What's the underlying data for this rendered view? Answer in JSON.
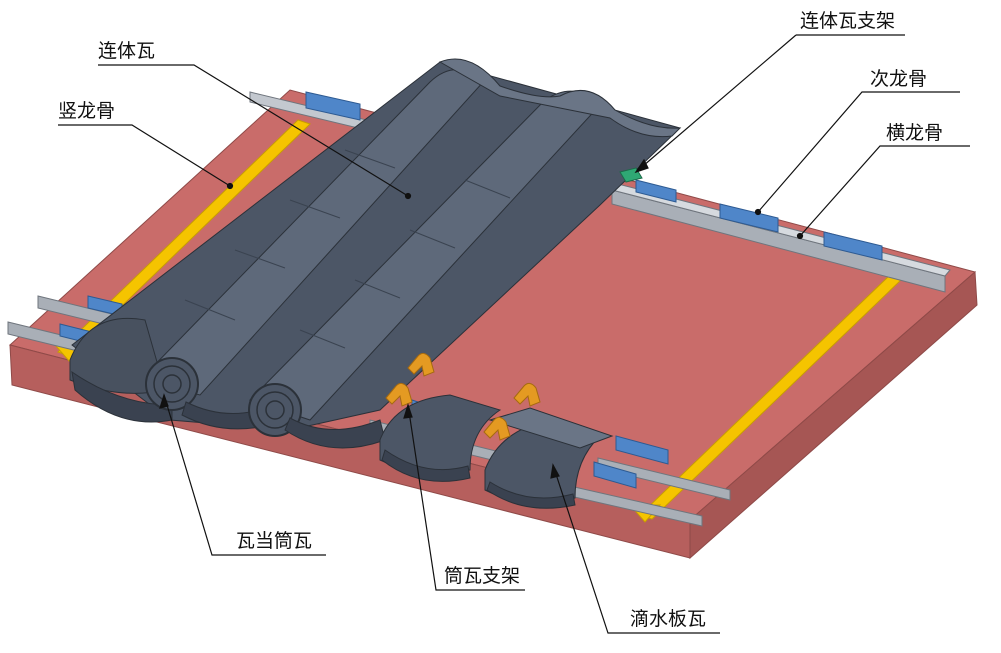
{
  "labels": {
    "continuous_tile": "连体瓦",
    "vertical_keel": "竖龙骨",
    "continuous_tile_bracket": "连体瓦支架",
    "secondary_keel": "次龙骨",
    "horizontal_keel": "横龙骨",
    "eave_tile_cylinder": "瓦当筒瓦",
    "cylinder_tile_bracket": "筒瓦支架",
    "drip_board_tile": "滴水板瓦"
  },
  "colors": {
    "roof_board": "#c96c6a",
    "roof_board_edge": "#a65654",
    "vertical_keel": "#f5c400",
    "horizontal_keel": "#a9afb7",
    "secondary_keel": "#4f86c9",
    "tile": "#4c5666",
    "tile_highlight": "#6a7586",
    "bracket_orange": "#e49a22",
    "bracket_green": "#2fa874"
  }
}
